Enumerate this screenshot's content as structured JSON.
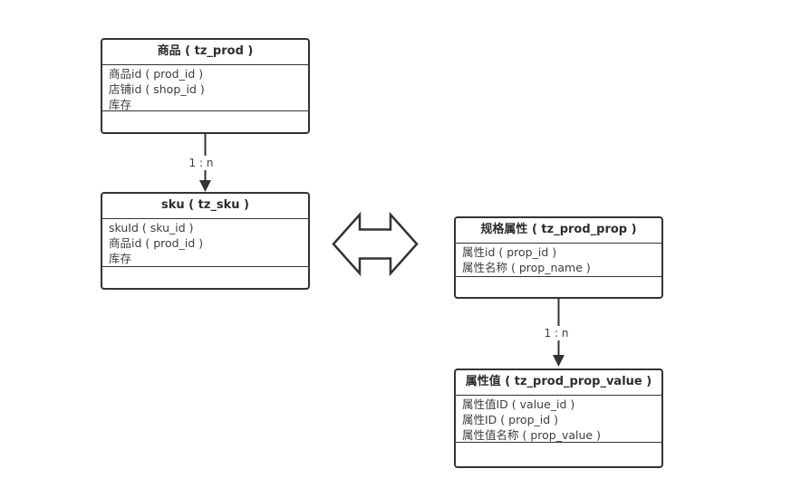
{
  "diagram": {
    "background": "#ffffff",
    "colors": {
      "line": "#333333",
      "text": "#3d3d3d",
      "title_text": "#2d2d2d",
      "shape_fill": "#ffffff"
    },
    "tables": [
      {
        "title": "商品 ( tz_prod )",
        "fields": [
          "商品id ( prod_id )",
          "店铺id ( shop_id )",
          "库存"
        ]
      },
      {
        "title": "sku ( tz_sku )",
        "fields": [
          "skuId ( sku_id )",
          "商品id ( prod_id )",
          "库存"
        ]
      },
      {
        "title": "规格属性 ( tz_prod_prop )",
        "fields": [
          "属性id ( prop_id )",
          "属性名称 ( prop_name )"
        ]
      },
      {
        "title": "属性值 ( tz_prod_prop_value )",
        "fields": [
          "属性值ID ( value_id )",
          "属性ID ( prop_id )",
          "属性值名称 ( prop_value )"
        ]
      }
    ],
    "connectors": [
      {
        "from": "商品 ( tz_prod )",
        "to": "sku ( tz_sku )",
        "label": "1 : n"
      },
      {
        "from": "规格属性 ( tz_prod_prop )",
        "to": "属性值 ( tz_prod_prop_value )",
        "label": "1 : n"
      }
    ],
    "icons": {
      "double_arrow": "left-right-double-arrow-icon"
    }
  }
}
